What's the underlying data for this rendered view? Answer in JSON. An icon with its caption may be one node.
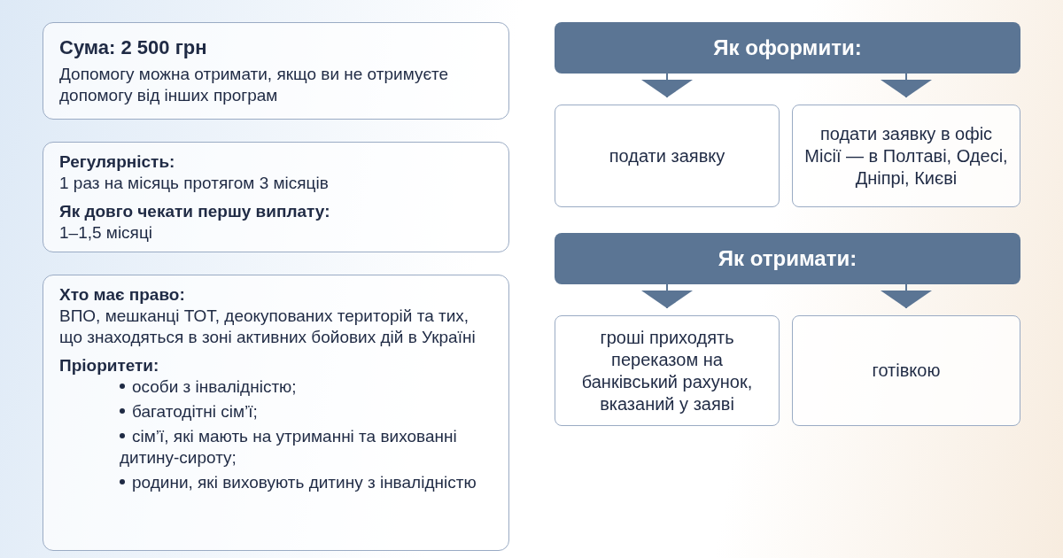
{
  "diagram": {
    "nodes": [
      {
        "text": [
          "Сума: 2 500 грн",
          "Допомогу можна отримати, якщо ви не отримуєте допомогу від інших програм"
        ]
      },
      {
        "text": [
          "Регулярність:",
          "1 раз на місяць протягом 3 місяців",
          "Як довго чекати першу виплату:",
          "1–1,5 місяці"
        ]
      },
      {
        "text": [
          "Хто має право:",
          "ВПО, мешканці ТОТ, деокупованих територій та тих, що знаходяться в зоні активних бойових дій в Україні",
          "Пріоритети:",
          "особи з інвалідністю;",
          "багатодітні сім’ї;",
          "сім’ї, які мають на утриманні та вихованні дитину-сироту;",
          "родини, які виховують дитину з інвалідністю"
        ]
      },
      {
        "text": [
          "Як оформити:"
        ]
      },
      {
        "text": [
          "подати заявку"
        ]
      },
      {
        "text": [
          "подати заявку в офіс Місії — в Полтаві, Одесі, Дніпрі, Києві"
        ]
      },
      {
        "text": [
          "Як отримати:"
        ]
      },
      {
        "text": [
          "гроші приходять переказом на банківський рахунок, вказаний у заяві"
        ]
      },
      {
        "text": [
          "готівкою"
        ]
      }
    ],
    "edges": [
      {
        "from": 3,
        "to": 4,
        "arrow": "to"
      },
      {
        "from": 3,
        "to": 5,
        "arrow": "to"
      },
      {
        "from": 6,
        "to": 7,
        "arrow": "to"
      },
      {
        "from": 6,
        "to": 8,
        "arrow": "to"
      }
    ]
  }
}
